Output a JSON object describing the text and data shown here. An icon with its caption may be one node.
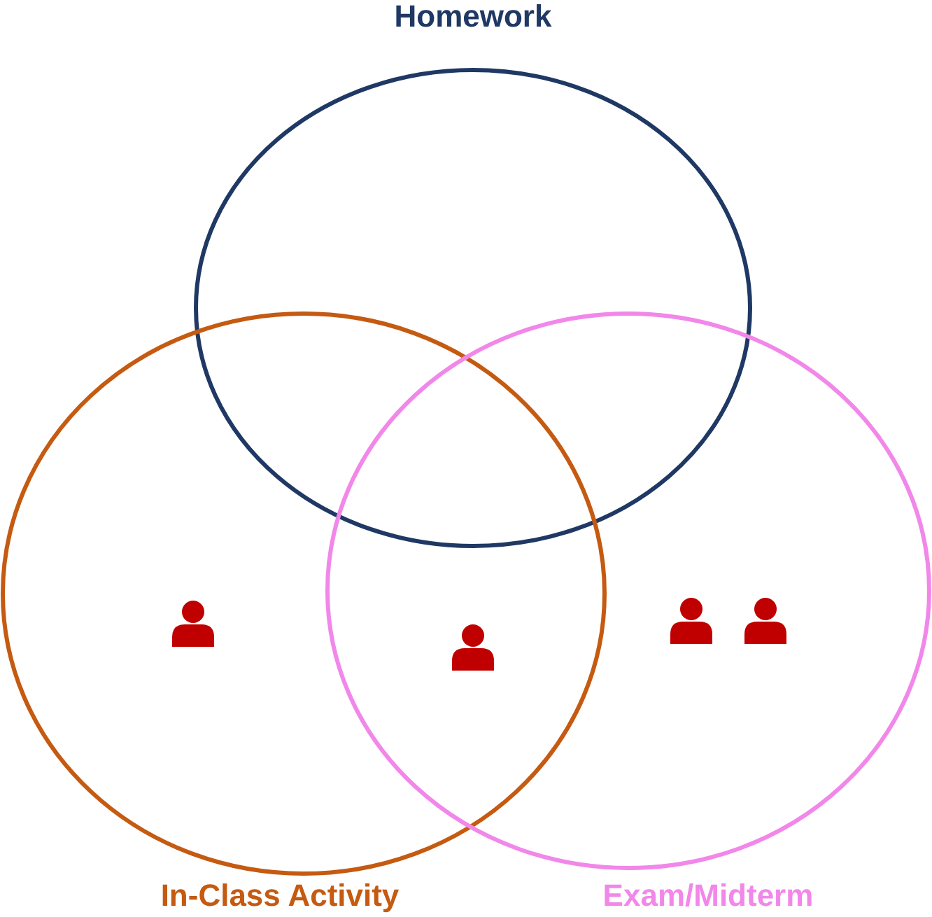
{
  "diagram": {
    "nodes": [
      {
        "text": [
          "Homework"
        ]
      },
      {
        "text": [
          "In-Class Activity"
        ]
      },
      {
        "text": [
          "Exam/Midterm"
        ]
      }
    ]
  }
}
